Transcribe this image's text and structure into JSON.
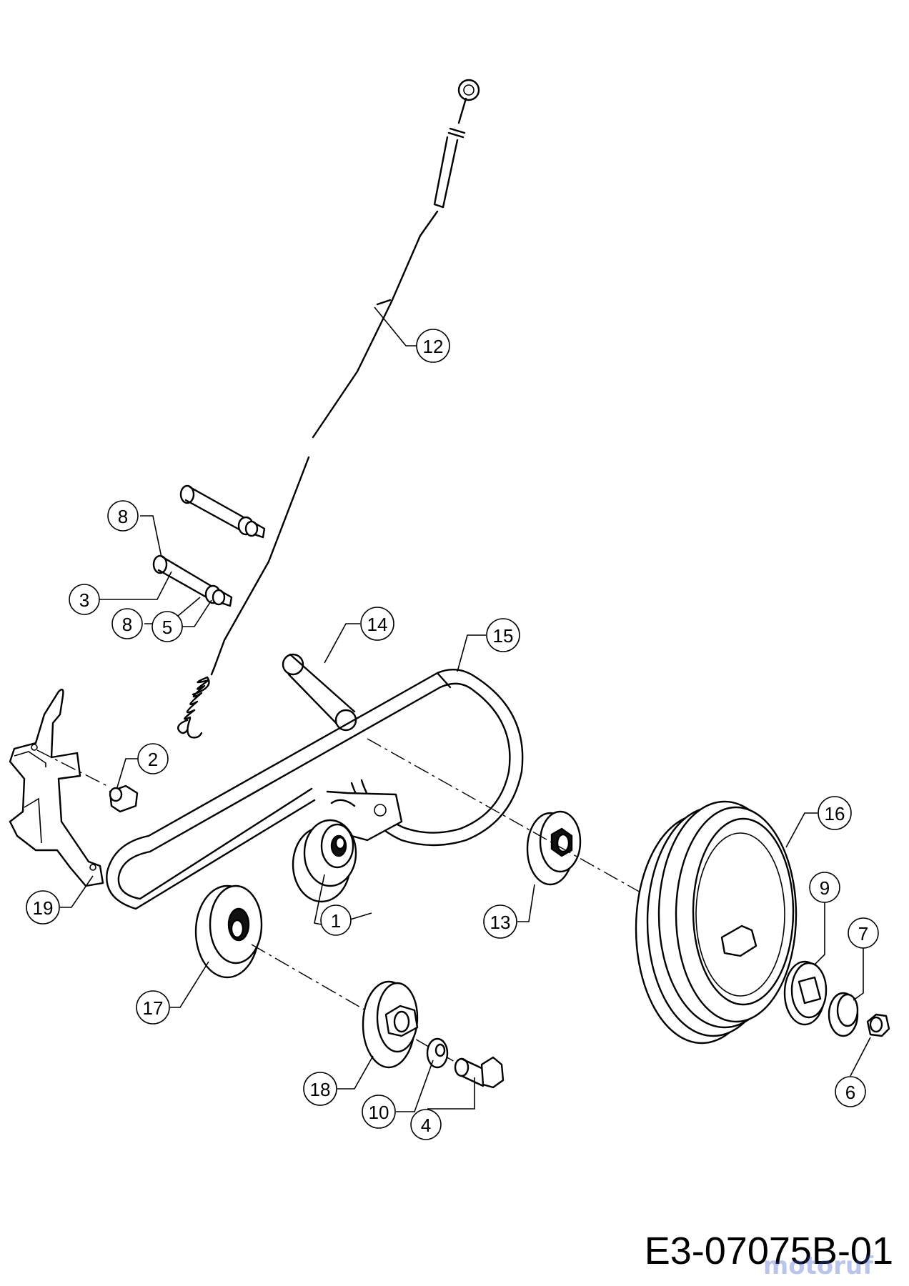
{
  "drawing_number": "E3-07075B-01",
  "watermark": "motoruf",
  "callouts": [
    {
      "id": "c1",
      "label": "1"
    },
    {
      "id": "c2",
      "label": "2"
    },
    {
      "id": "c3",
      "label": "3"
    },
    {
      "id": "c4",
      "label": "4"
    },
    {
      "id": "c5",
      "label": "5"
    },
    {
      "id": "c6",
      "label": "6"
    },
    {
      "id": "c7",
      "label": "7"
    },
    {
      "id": "c8a",
      "label": "8"
    },
    {
      "id": "c8b",
      "label": "8"
    },
    {
      "id": "c9",
      "label": "9"
    },
    {
      "id": "c10",
      "label": "10"
    },
    {
      "id": "c12",
      "label": "12"
    },
    {
      "id": "c13",
      "label": "13"
    },
    {
      "id": "c14",
      "label": "14"
    },
    {
      "id": "c15",
      "label": "15"
    },
    {
      "id": "c16",
      "label": "16"
    },
    {
      "id": "c17",
      "label": "17"
    },
    {
      "id": "c18",
      "label": "18"
    },
    {
      "id": "c19",
      "label": "19"
    }
  ]
}
